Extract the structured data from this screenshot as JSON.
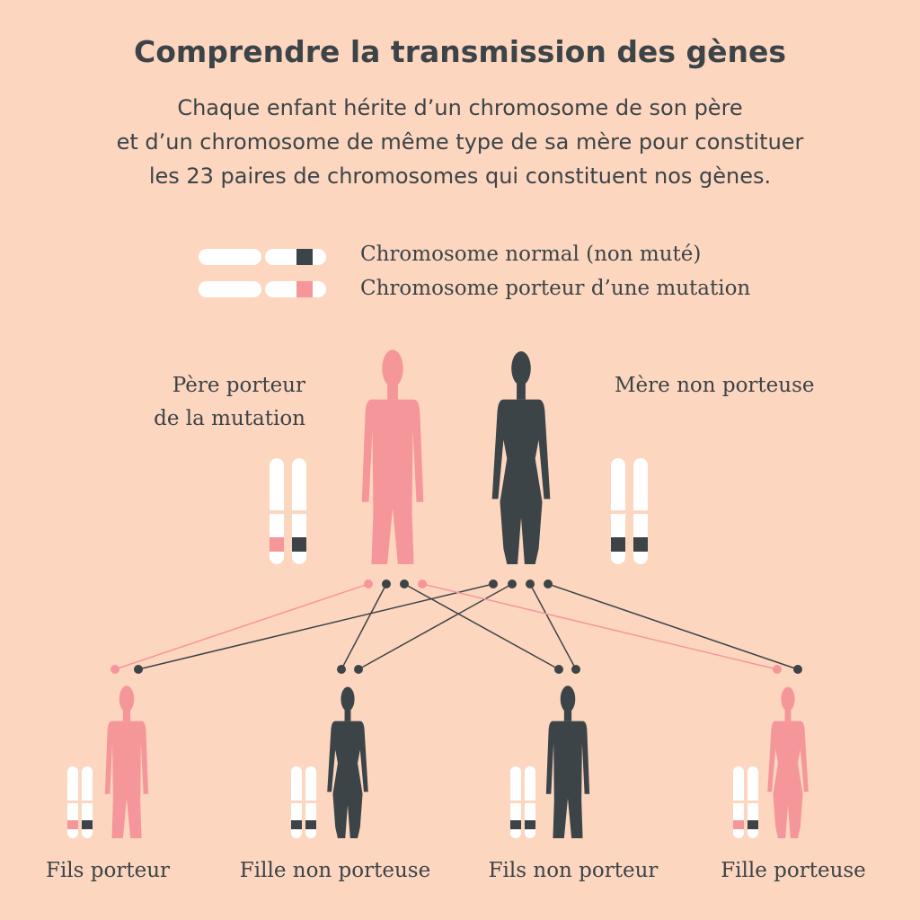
{
  "title": "Comprendre la transmission des gènes",
  "subtitle_lines": [
    "Chaque enfant hérite d’un chromosome de son père",
    "et d’un chromosome de même type de sa mère pour constituer",
    "les 23 paires de chromosomes qui constituent nos gènes."
  ],
  "legend": {
    "normal": "Chromosome normal (non muté)",
    "mutated": "Chromosome porteur d’une mutation"
  },
  "parents": {
    "father": {
      "line1": "Père porteur",
      "line2": "de la mutation"
    },
    "mother": {
      "line1": "Mère non porteuse"
    }
  },
  "children": [
    {
      "label": "Fils porteur"
    },
    {
      "label": "Fille non porteuse"
    },
    {
      "label": "Fils non porteur"
    },
    {
      "label": "Fille porteuse"
    }
  ],
  "colors": {
    "background": "#fdd6bf",
    "dark": "#3c4448",
    "mutation": "#f5979a",
    "white": "#ffffff"
  }
}
